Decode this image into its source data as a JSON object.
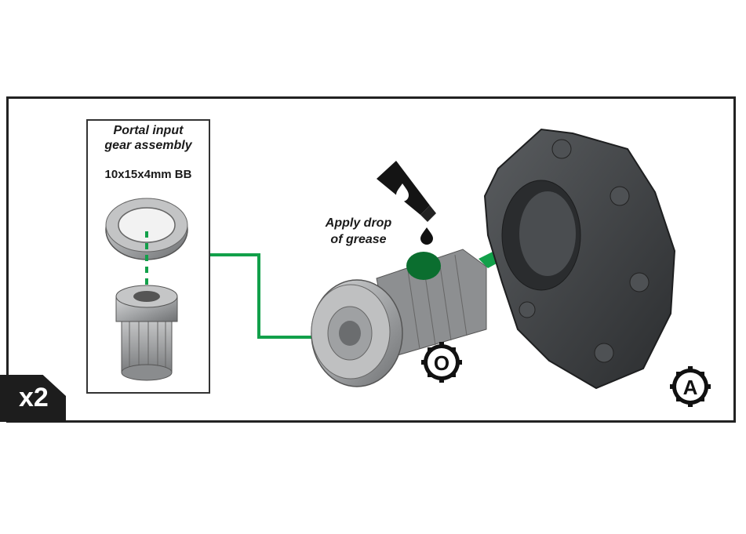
{
  "inset": {
    "title_line1": "Portal input",
    "title_line2": "gear assembly",
    "bearing_label": "10x15x4mm BB"
  },
  "note": {
    "line1": "Apply drop",
    "line2": "of grease"
  },
  "quantity": "x2",
  "badges": {
    "part": "O",
    "housing": "A"
  },
  "colors": {
    "accent_green": "#12a04a",
    "grease_green": "#0b6e2f",
    "frame": "#222222",
    "housing": "#3f4244",
    "metal": "#a9abad"
  },
  "icons": [
    "grease-tube-icon",
    "oil-drop-icon",
    "gear-badge-icon"
  ]
}
